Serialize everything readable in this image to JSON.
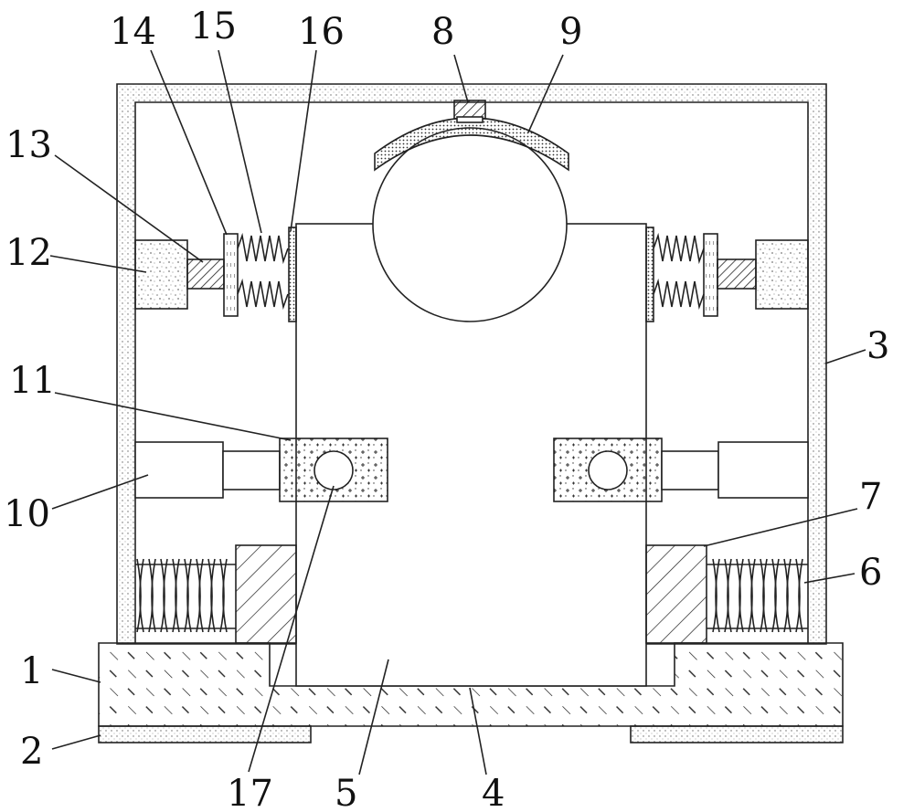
{
  "labels": {
    "l1": "1",
    "l2": "2",
    "l3": "3",
    "l4": "4",
    "l5": "5",
    "l6": "6",
    "l7": "7",
    "l8": "8",
    "l9": "9",
    "l10": "10",
    "l11": "11",
    "l12": "12",
    "l13": "13",
    "l14": "14",
    "l15": "15",
    "l16": "16",
    "l17": "17"
  },
  "colors": {
    "line": "#222222",
    "background": "#ffffff"
  }
}
